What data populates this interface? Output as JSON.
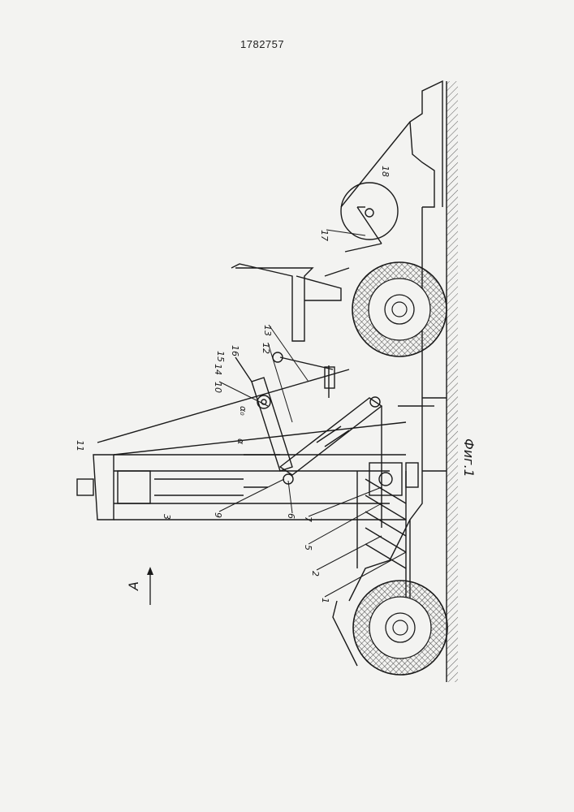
{
  "document": {
    "patent_number": "1782757",
    "figure_label": "Фиг.1",
    "view_label": "A"
  },
  "callouts": [
    {
      "id": "c1",
      "text": "1"
    },
    {
      "id": "c2",
      "text": "2"
    },
    {
      "id": "c3",
      "text": "3"
    },
    {
      "id": "c5",
      "text": "5"
    },
    {
      "id": "c6",
      "text": "6"
    },
    {
      "id": "c7",
      "text": "7"
    },
    {
      "id": "c9",
      "text": "9"
    },
    {
      "id": "c10",
      "text": "10"
    },
    {
      "id": "c11",
      "text": "11"
    },
    {
      "id": "c12",
      "text": "12"
    },
    {
      "id": "c13",
      "text": "13"
    },
    {
      "id": "c14",
      "text": "14"
    },
    {
      "id": "c15",
      "text": "15"
    },
    {
      "id": "c16",
      "text": "16"
    },
    {
      "id": "c17",
      "text": "17"
    },
    {
      "id": "c18",
      "text": "18"
    },
    {
      "id": "calpha",
      "text": "α"
    },
    {
      "id": "calpha0",
      "text": "α₀"
    }
  ],
  "colors": {
    "ink": "#1a1a1a",
    "paper": "#f3f3f1",
    "hatch": "#3a3a3a"
  }
}
